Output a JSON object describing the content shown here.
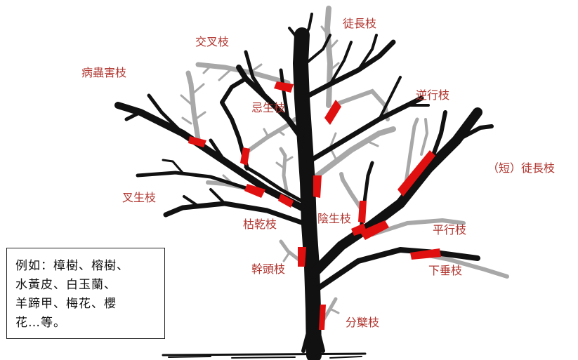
{
  "labels": {
    "tuchangzhi": "徒長枝",
    "jiaochazhi": "交叉枝",
    "bingchonghaizhi": "病蟲害枝",
    "nixingzhi": "逆行枝",
    "jishengzhi": "忌生枝",
    "duan_tuchangzhi": "（短）徒長枝",
    "chashengzhi": "叉生枝",
    "yinshengzhi": "陰生枝",
    "kuganzhi": "枯乾枝",
    "pingxingzhi": "平行枝",
    "gantouzhi": "幹頭枝",
    "xiachuizhi": "下垂枝",
    "fennizhi": "分櫱枝"
  },
  "note": {
    "lines": [
      "例如：樟樹、榕樹、",
      "水黃皮、白玉蘭、",
      "羊蹄甲、梅花、櫻",
      "花…等。"
    ]
  },
  "colors": {
    "branch": "#111111",
    "pruned": "#a8a8a8",
    "cutmark": "#e01010",
    "label": "#b0352f"
  }
}
